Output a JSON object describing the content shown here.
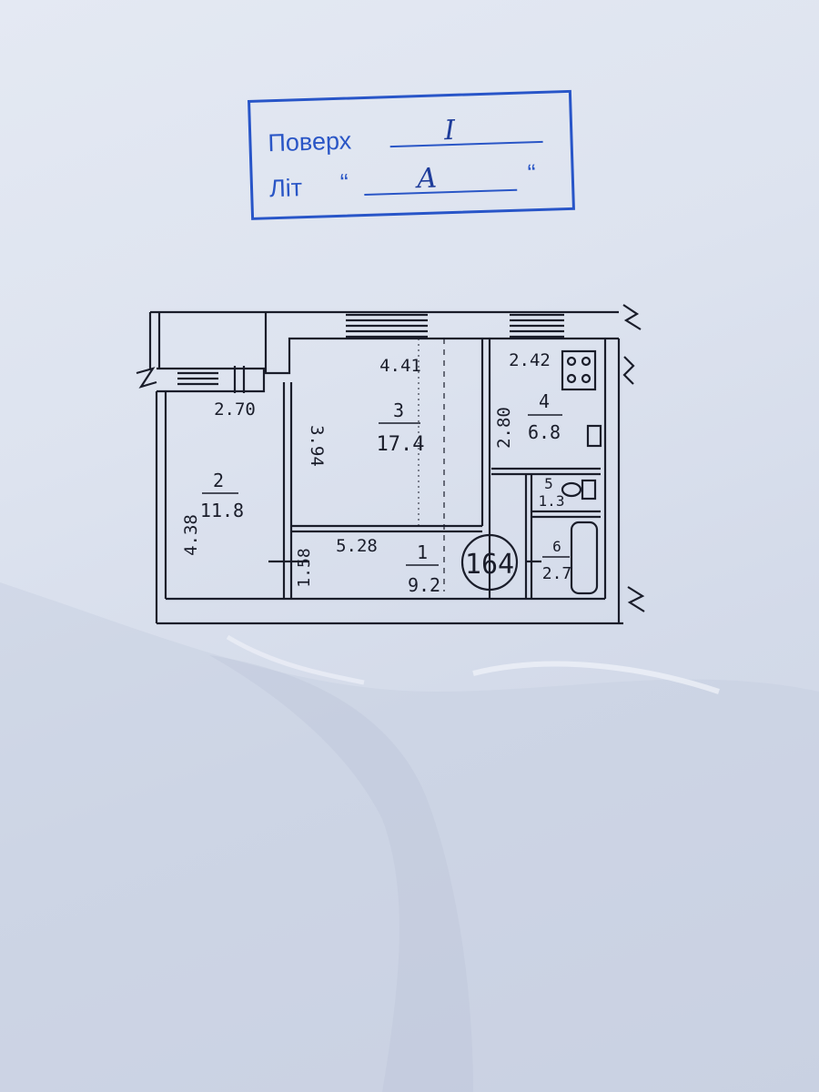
{
  "stamp": {
    "floor_label": "Поверх",
    "floor_value": "I",
    "lit_label": "Літ",
    "lit_open_quote": "“",
    "lit_value": "А",
    "lit_close_quote": "“"
  },
  "plan": {
    "rooms": [
      {
        "number": "2",
        "area": "11.8"
      },
      {
        "number": "3",
        "area": "17.4"
      },
      {
        "number": "4",
        "area": "6.8"
      },
      {
        "number": "5",
        "area": "1.3"
      },
      {
        "number": "6",
        "area": "2.7"
      },
      {
        "number": "1",
        "area": "9.2"
      }
    ],
    "dimensions": {
      "d_270": "2.70",
      "d_438": "4.38",
      "d_394": "3.94",
      "d_441": "4.41",
      "d_242": "2.42",
      "d_280": "2.80",
      "d_528": "5.28",
      "d_158": "1.58"
    },
    "apartment_number": "164"
  },
  "colors": {
    "stamp_blue": "#2a56c6",
    "ink": "#1a1d2a",
    "paper": "#dde3ef"
  }
}
